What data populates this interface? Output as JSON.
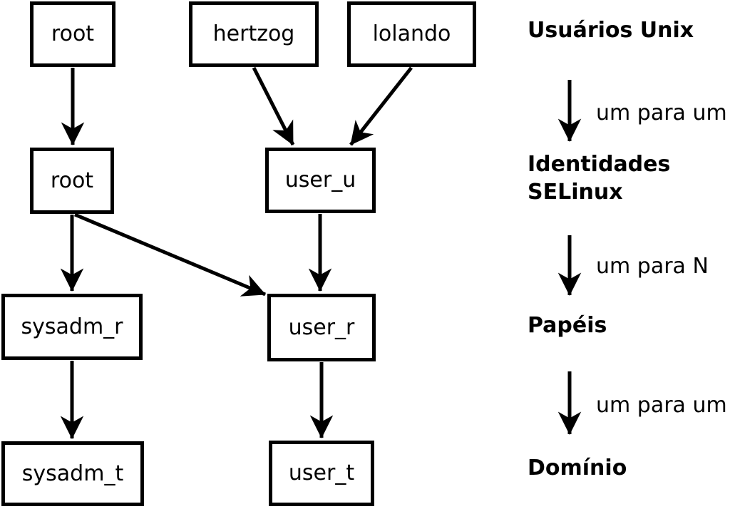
{
  "diagram": {
    "title_semantic": "SELinux user to identity to role to domain mapping",
    "colors": {
      "foreground": "#000000",
      "background": "#ffffff"
    },
    "boxes": [
      {
        "id": "unix-user-root",
        "label": "root"
      },
      {
        "id": "unix-user-hertzog",
        "label": "hertzog"
      },
      {
        "id": "unix-user-lolando",
        "label": "lolando"
      },
      {
        "id": "selinux-id-root",
        "label": "root"
      },
      {
        "id": "selinux-id-user-u",
        "label": "user_u"
      },
      {
        "id": "role-sysadm-r",
        "label": "sysadm_r"
      },
      {
        "id": "role-user-r",
        "label": "user_r"
      },
      {
        "id": "domain-sysadm-t",
        "label": "sysadm_t"
      },
      {
        "id": "domain-user-t",
        "label": "user_t"
      }
    ],
    "legend": {
      "level1": "Usuários Unix",
      "mapping1": "um para um",
      "level2_line1": "Identidades",
      "level2_line2": "SELinux",
      "mapping2": "um para N",
      "level3": "Papéis",
      "mapping3": "um para um",
      "level4": "Domínio"
    }
  }
}
